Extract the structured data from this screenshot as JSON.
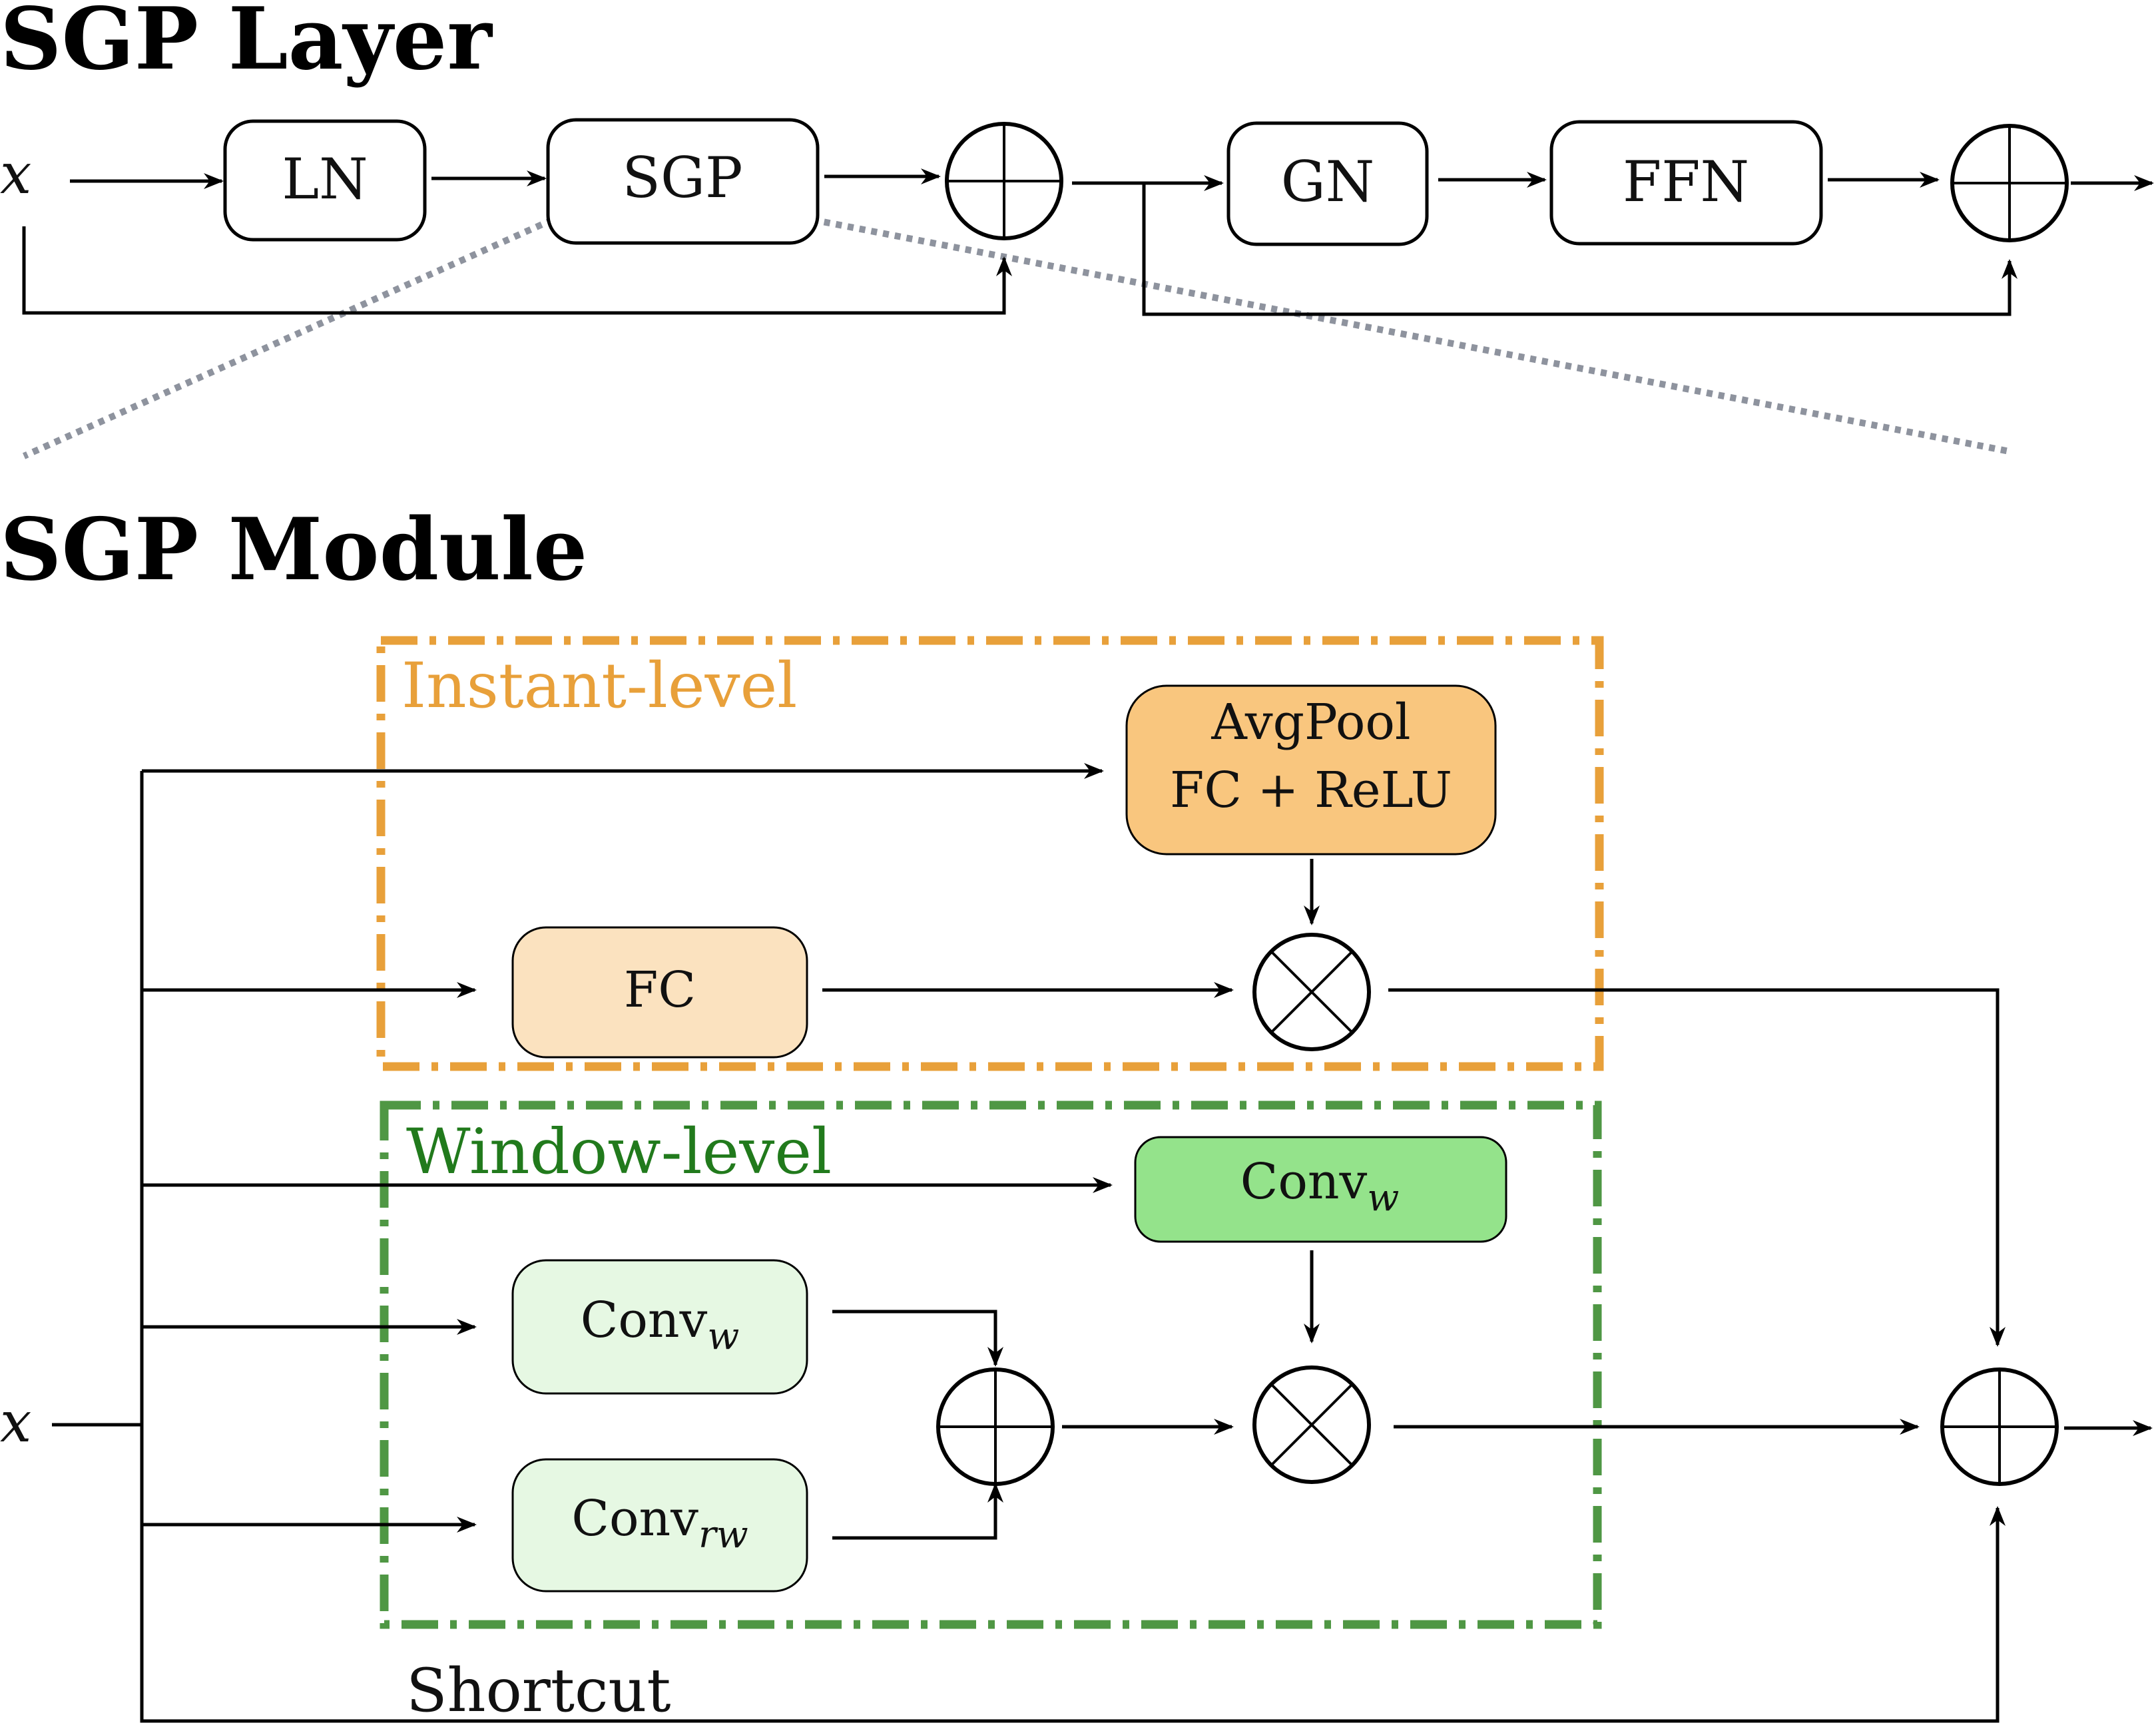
{
  "sgp_layer": {
    "title": "SGP Layer",
    "input": "x",
    "blocks": {
      "ln": "LN",
      "sgp": "SGP",
      "gn": "GN",
      "ffn": "FFN"
    }
  },
  "sgp_module": {
    "title": "SGP Module",
    "input": "x",
    "instant_level": {
      "label": "Instant-level",
      "color": "#e8a03a",
      "avgpool_line1": "AvgPool",
      "avgpool_line2": "FC + ReLU",
      "fc": "FC",
      "avgpool_fill": "#f9c67e",
      "fc_fill": "#fbe2bf"
    },
    "window_level": {
      "label": "Window-level",
      "color": "#4f9744",
      "label_color": "#217a1c",
      "conv_w_top": {
        "base": "Conv",
        "sub": "w"
      },
      "conv_w": {
        "base": "Conv",
        "sub": "w"
      },
      "conv_rw": {
        "base": "Conv",
        "sub": "rw"
      },
      "conv_top_fill": "#94e38b",
      "conv_fill": "#e6f8e3"
    },
    "shortcut": "Shortcut"
  },
  "icons": [
    "add-circle-icon",
    "multiply-circle-icon",
    "arrow-icon"
  ]
}
